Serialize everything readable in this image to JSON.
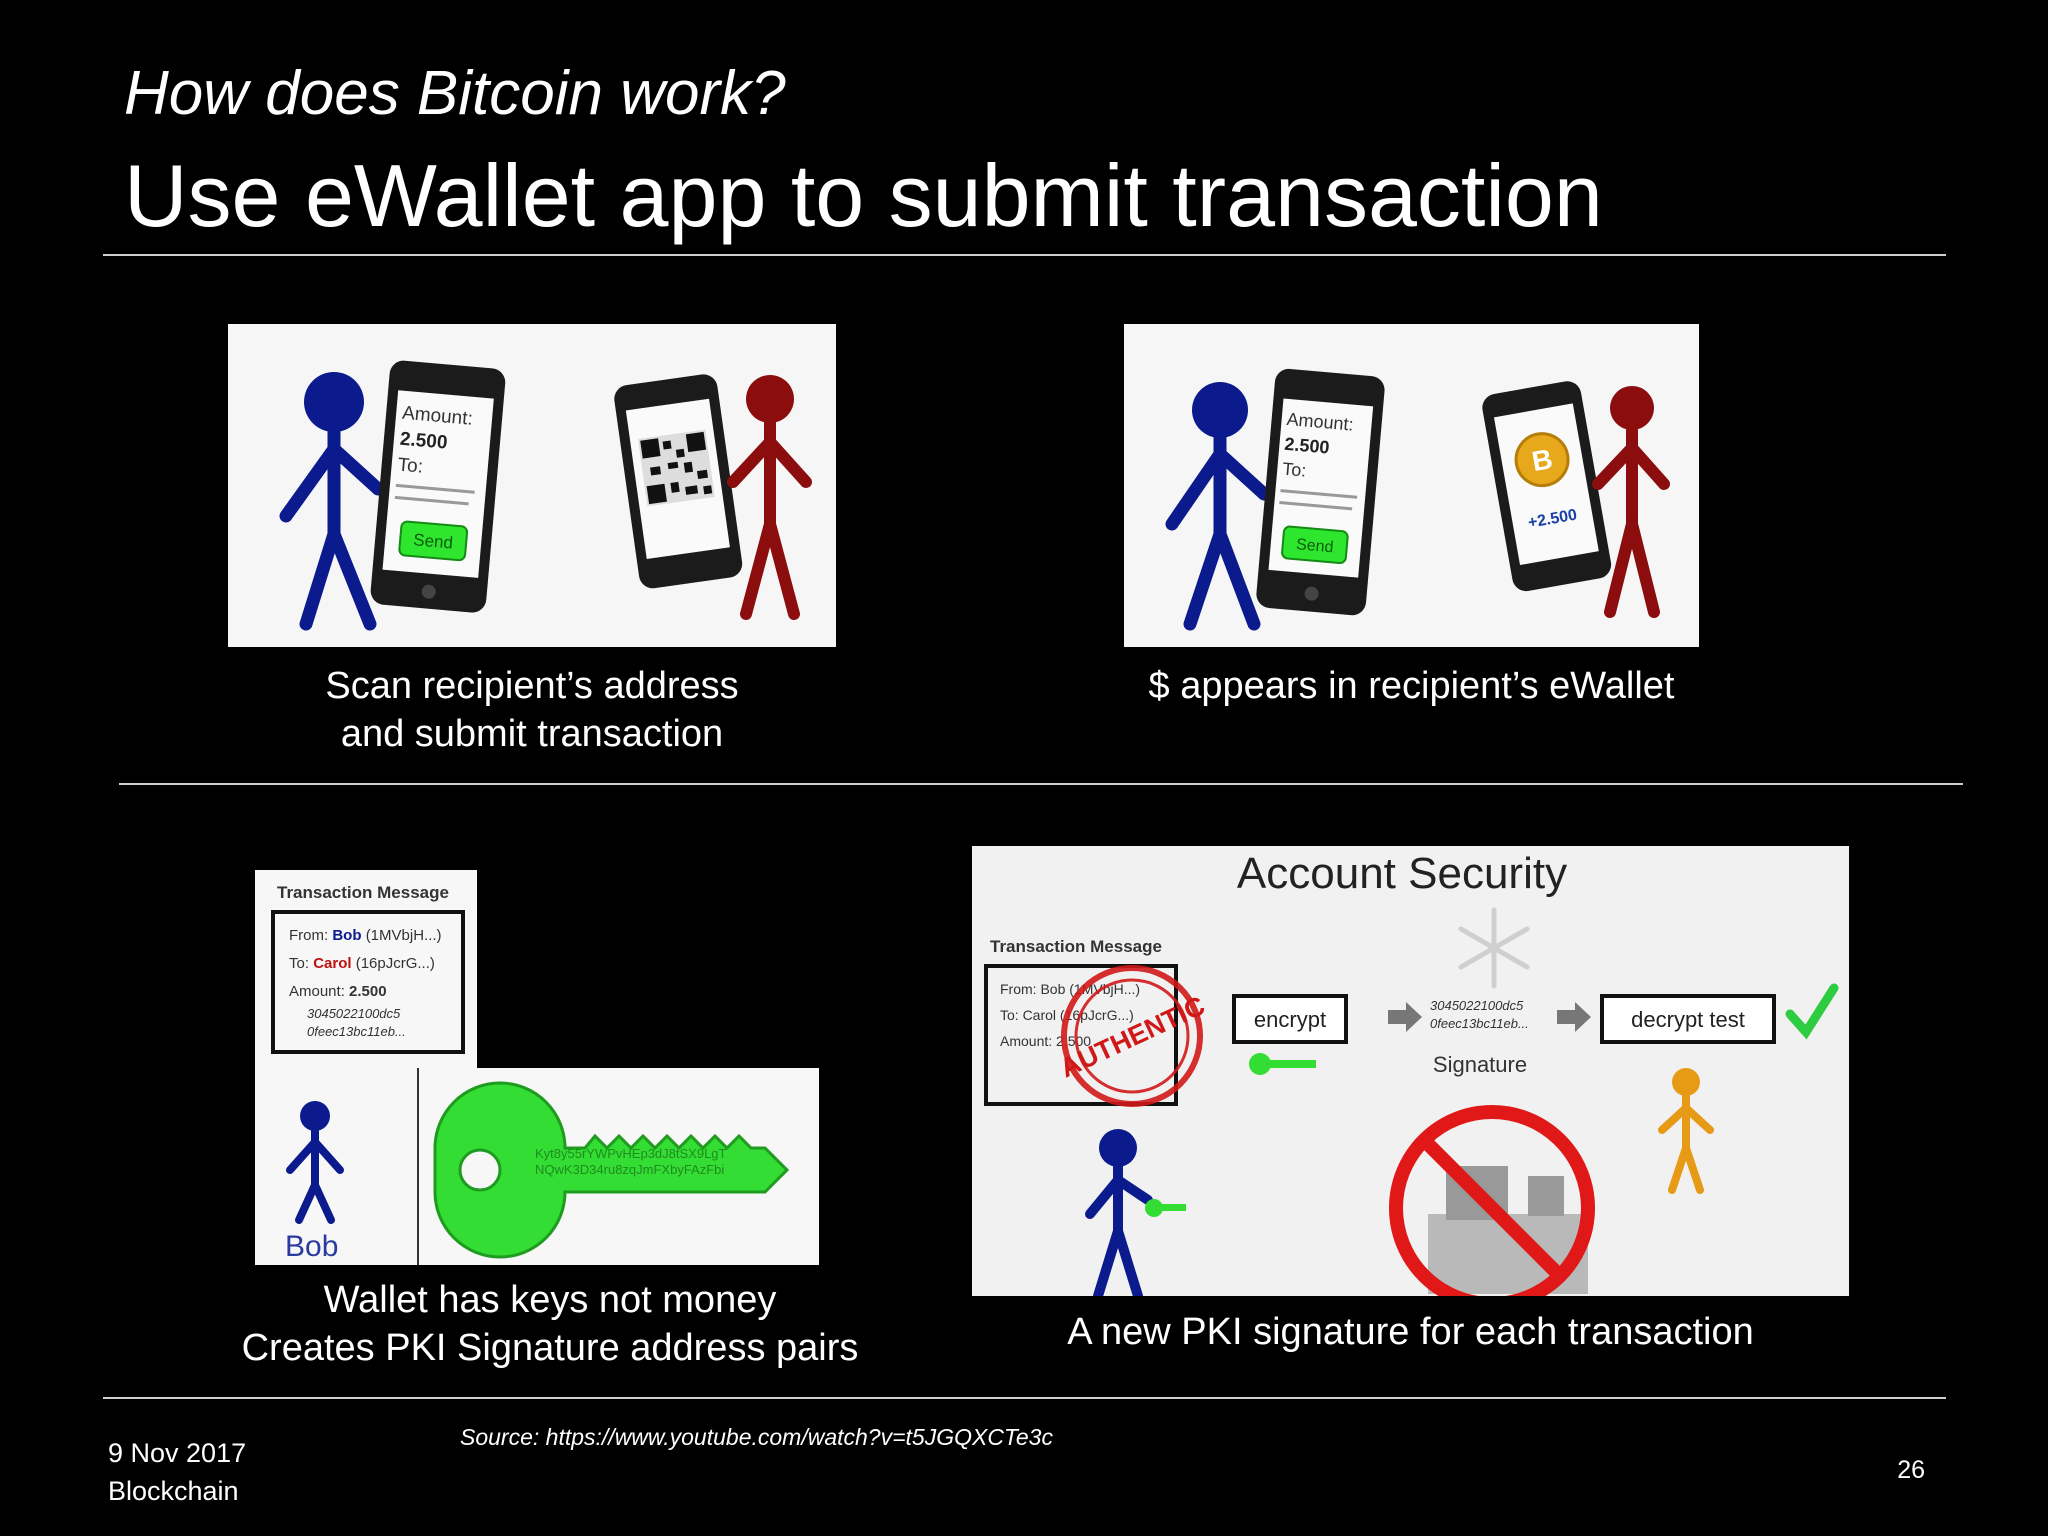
{
  "header": {
    "kicker": "How does Bitcoin work?",
    "title": "Use eWallet app to submit transaction"
  },
  "panels": {
    "scan": {
      "phone_amount_label": "Amount:",
      "phone_amount_value": "2.500",
      "phone_to_label": "To:",
      "send_label": "Send",
      "caption_line1": "Scan recipient’s address",
      "caption_line2": "and submit transaction"
    },
    "receive": {
      "phone_amount_label": "Amount:",
      "phone_amount_value": "2.500",
      "phone_to_label": "To:",
      "send_label": "Send",
      "received_amount": "+2.500",
      "coin_symbol": "B",
      "caption": "$ appears in recipient’s eWallet"
    },
    "wallet": {
      "msg_title": "Transaction Message",
      "from_label": "From:",
      "from_name": "Bob",
      "from_addr": "(1MVbjH...)",
      "to_label": "To:",
      "to_name": "Carol",
      "to_addr": "(16pJcrG...)",
      "amount_label": "Amount:",
      "amount_value": "2.500",
      "sig_line1": "3045022100dc5",
      "sig_line2": "0feec13bc11eb...",
      "person_label": "Bob",
      "key_line1": "Kyt8y55rYWPvHEp3dJ8tSX9LgT",
      "key_line2": "NQwK3D34ru8zqJmFXbyFAzFbi",
      "caption_line1": "Wallet has keys not money",
      "caption_line2": "Creates PKI Signature address pairs"
    },
    "security": {
      "title": "Account Security",
      "msg_title": "Transaction Message",
      "from_text": "From: Bob (1MVbjH...)",
      "to_text": "To: Carol (16pJcrG...)",
      "amount_text": "Amount: 2.500",
      "stamp_text": "AUTHENTIC",
      "encrypt_label": "encrypt",
      "sig_line1": "3045022100dc5",
      "sig_line2": "0feec13bc11eb...",
      "signature_label": "Signature",
      "decrypt_label": "decrypt test",
      "caption": "A new PKI signature for each transaction"
    }
  },
  "footer": {
    "source": "Source: https://www.youtube.com/watch?v=t5JGQXCTe3c",
    "date": "9 Nov 2017",
    "topic": "Blockchain",
    "page": "26"
  },
  "colors": {
    "background": "#000000",
    "bob_blue": "#0b1a8c",
    "carol_red": "#8b0d0d",
    "send_green": "#2ee62e",
    "key_green": "#33dd33",
    "stamp_red": "#d01818",
    "coin_gold": "#e8a81c",
    "orange_person": "#e69a16"
  },
  "icons": [
    "stick-figure-icon",
    "smartphone-icon",
    "qr-code-icon",
    "bitcoin-coin-icon",
    "key-icon",
    "arrow-right-icon",
    "checkmark-icon",
    "no-sign-icon",
    "snowflake-icon"
  ]
}
